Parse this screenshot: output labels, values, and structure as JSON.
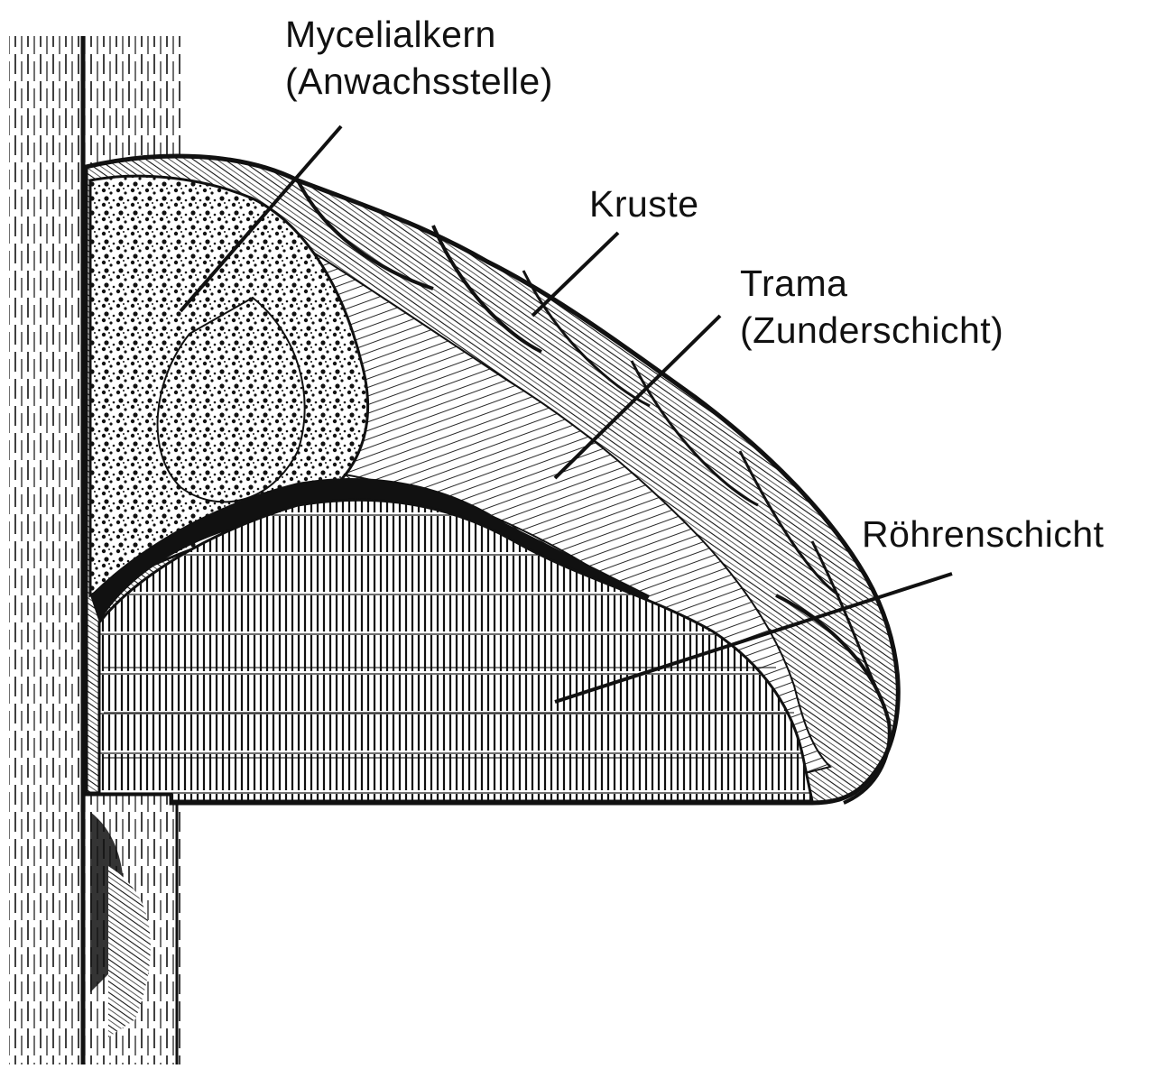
{
  "labels": {
    "mycelialkern": {
      "line1": "Mycelialkern",
      "line2": "(Anwachsstelle)"
    },
    "kruste": {
      "line1": "Kruste"
    },
    "trama": {
      "line1": "Trama",
      "line2": "(Zunderschicht)"
    },
    "roehrenschicht": {
      "line1": "Röhrenschicht"
    }
  },
  "colors": {
    "ink": "#111111",
    "paper": "#ffffff"
  }
}
